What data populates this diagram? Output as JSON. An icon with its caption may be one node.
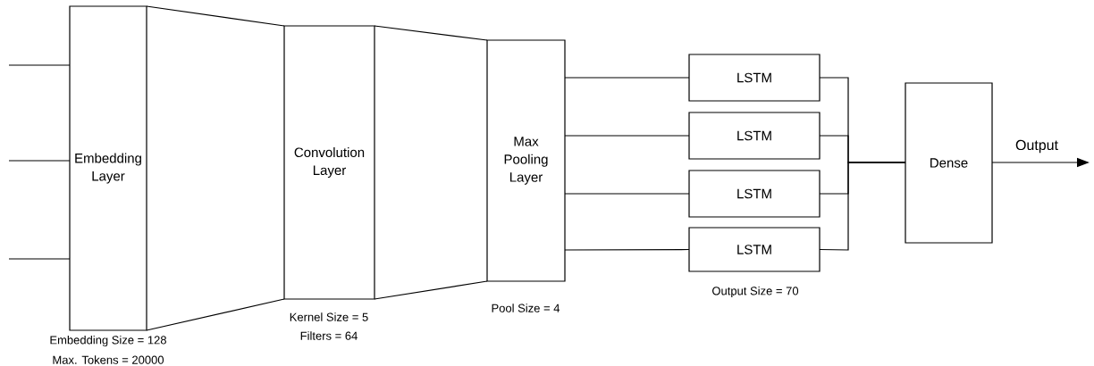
{
  "diagram": {
    "nodes": [
      {
        "text": [
          "Embedding Layer"
        ],
        "beside": [
          "Embedding Size = 128",
          "Max. Tokens = 20000"
        ]
      },
      {
        "text": [
          "Convolution Layer"
        ],
        "beside": [
          "Kernel Size = 5",
          "Filters = 64"
        ]
      },
      {
        "text": [
          "Max Pooling Layer"
        ],
        "beside": [
          "Pool Size = 4"
        ]
      },
      {
        "text": [
          "LSTM"
        ]
      },
      {
        "text": [
          "LSTM"
        ]
      },
      {
        "text": [
          "LSTM"
        ]
      },
      {
        "text": [
          "LSTM"
        ],
        "beside": [
          "Output Size = 70"
        ]
      },
      {
        "text": [
          "Dense"
        ]
      }
    ],
    "edges": [
      {
        "from": null,
        "to": 0,
        "arrow": "none"
      },
      {
        "from": null,
        "to": 0,
        "arrow": "none"
      },
      {
        "from": null,
        "to": 0,
        "arrow": "none"
      },
      {
        "from": 0,
        "to": 1,
        "arrow": "none"
      },
      {
        "from": 0,
        "to": 1,
        "arrow": "none"
      },
      {
        "from": 1,
        "to": 2,
        "arrow": "none"
      },
      {
        "from": 1,
        "to": 2,
        "arrow": "none"
      },
      {
        "from": 2,
        "to": 3,
        "arrow": "none"
      },
      {
        "from": 2,
        "to": 4,
        "arrow": "none"
      },
      {
        "from": 2,
        "to": 5,
        "arrow": "none"
      },
      {
        "from": 2,
        "to": 6,
        "arrow": "none"
      },
      {
        "from": 3,
        "to": 7,
        "arrow": "none"
      },
      {
        "from": 4,
        "to": 7,
        "arrow": "none"
      },
      {
        "from": 5,
        "to": 7,
        "arrow": "none"
      },
      {
        "from": 6,
        "to": 7,
        "arrow": "none"
      },
      {
        "from": 7,
        "to": null,
        "arrow": "to",
        "label": "Output"
      }
    ]
  }
}
